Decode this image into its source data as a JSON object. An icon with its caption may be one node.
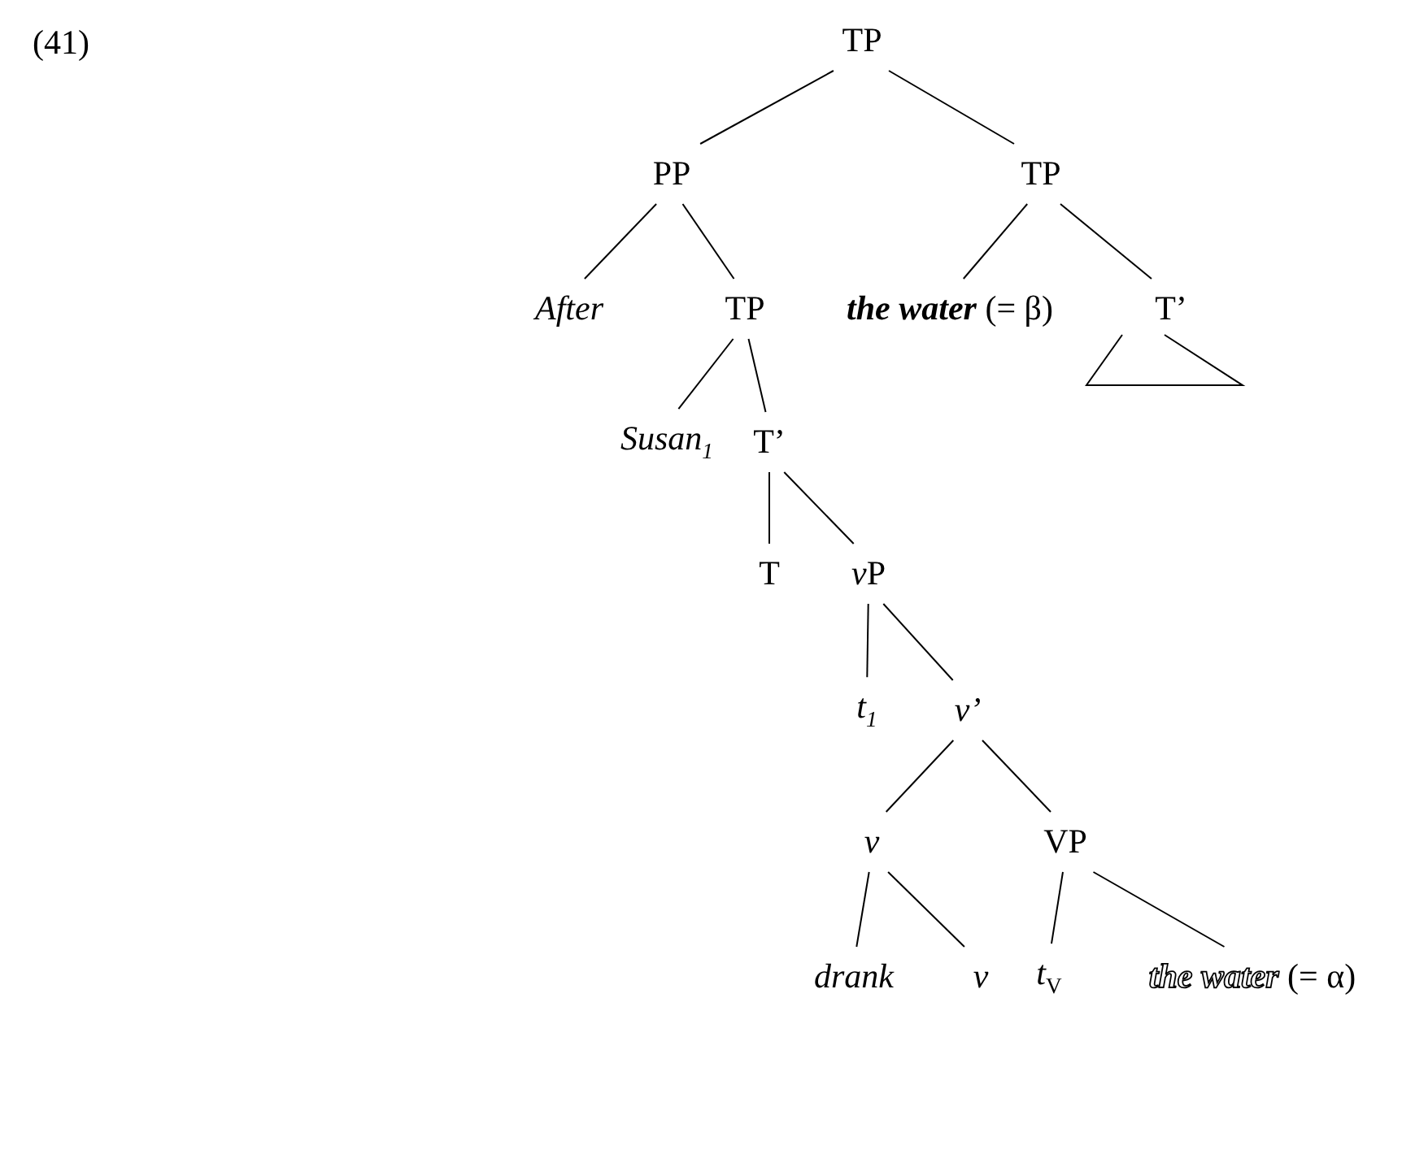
{
  "diagram": {
    "nodes": [
      {
        "text": [
          "TP"
        ]
      },
      {
        "text": [
          "PP"
        ]
      },
      {
        "text": [
          "TP"
        ]
      },
      {
        "text": [
          "After"
        ]
      },
      {
        "text": [
          "TP"
        ]
      },
      {
        "text": [
          "**the water** (= β)"
        ]
      },
      {
        "text": [
          "T’"
        ]
      },
      {
        "text": [
          "Susan$_{1}$"
        ]
      },
      {
        "text": [
          "T’"
        ]
      },
      {
        "text": [
          "T"
        ]
      },
      {
        "text": [
          "vP"
        ]
      },
      {
        "text": [
          "t$_{1}$"
        ]
      },
      {
        "text": [
          "v’"
        ]
      },
      {
        "text": [
          "v"
        ]
      },
      {
        "text": [
          "VP"
        ]
      },
      {
        "text": [
          "drank"
        ]
      },
      {
        "text": [
          "v"
        ]
      },
      {
        "text": [
          "*t*$_{V}$"
        ]
      },
      {
        "text": [
          "*the water* (= α)"
        ]
      },
      {
        "text": [],
        "shape": "triangle"
      }
    ],
    "edges": [
      {
        "from": 0,
        "to": 1,
        "arrow": "none"
      },
      {
        "from": 0,
        "to": 2,
        "arrow": "none"
      },
      {
        "from": 1,
        "to": 3,
        "arrow": "none"
      },
      {
        "from": 1,
        "to": 4,
        "arrow": "none"
      },
      {
        "from": 2,
        "to": 5,
        "arrow": "none"
      },
      {
        "from": 2,
        "to": 6,
        "arrow": "none"
      },
      {
        "from": 4,
        "to": 7,
        "arrow": "none"
      },
      {
        "from": 4,
        "to": 8,
        "arrow": "none"
      },
      {
        "from": 8,
        "to": 9,
        "arrow": "none"
      },
      {
        "from": 8,
        "to": 10,
        "arrow": "none"
      },
      {
        "from": 10,
        "to": 11,
        "arrow": "none"
      },
      {
        "from": 10,
        "to": 12,
        "arrow": "none"
      },
      {
        "from": 12,
        "to": 13,
        "arrow": "none"
      },
      {
        "from": 12,
        "to": 14,
        "arrow": "none"
      },
      {
        "from": 13,
        "to": 15,
        "arrow": "none"
      },
      {
        "from": 13,
        "to": 16,
        "arrow": "none"
      },
      {
        "from": 14,
        "to": 17,
        "arrow": "none"
      },
      {
        "from": 14,
        "to": 18,
        "arrow": "none"
      }
    ],
    "labels": [
      "(41)"
    ]
  }
}
